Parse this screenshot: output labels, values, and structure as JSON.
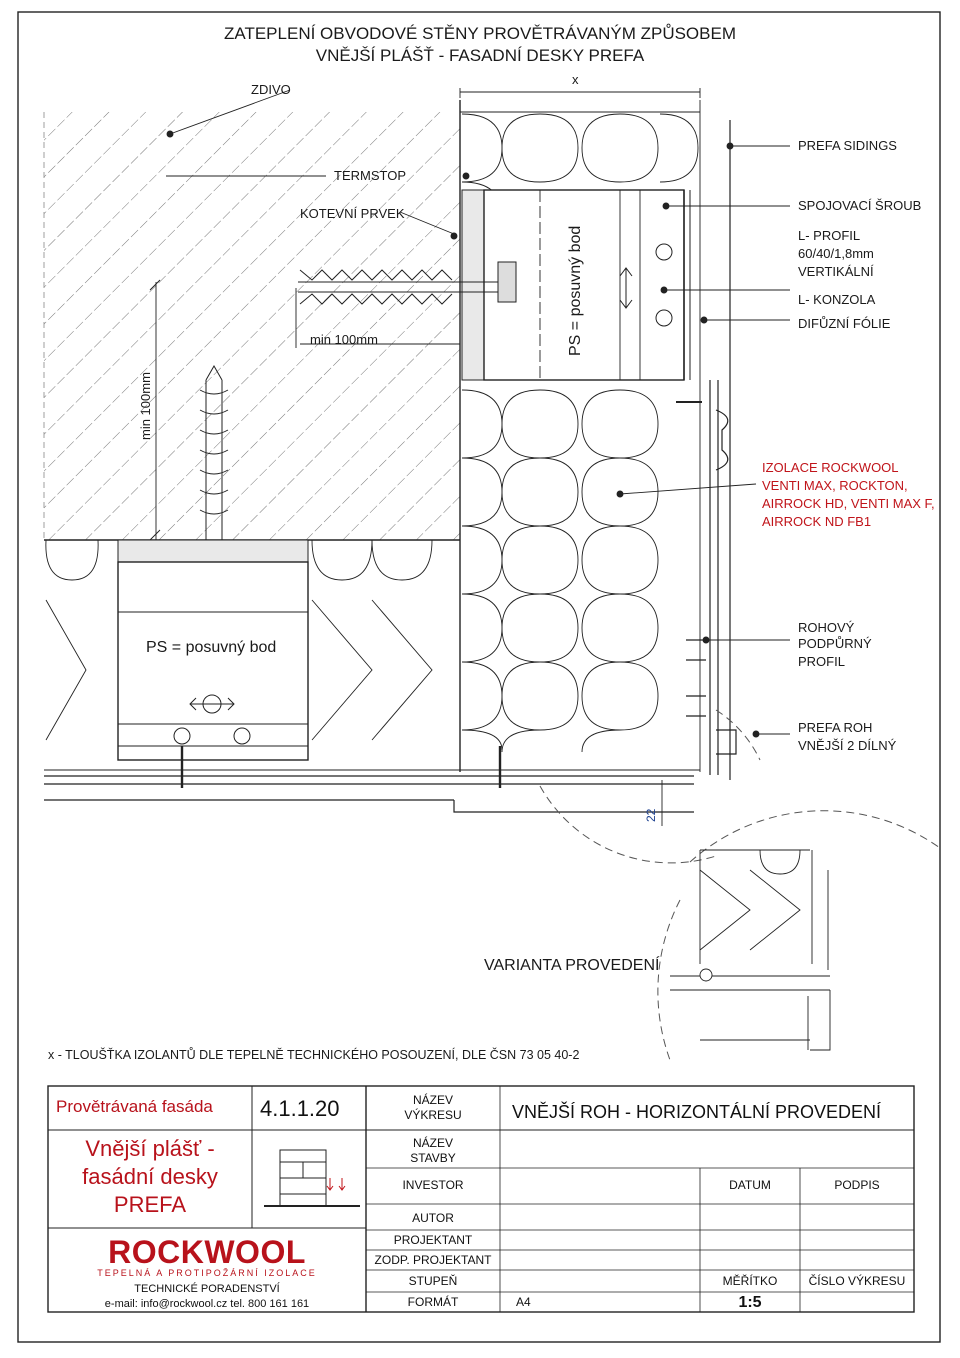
{
  "title": {
    "line1": "ZATEPLENÍ OBVODOVÉ STĚNY PROVĚTRÁVANÝM ZPŮSOBEM",
    "line2": "VNĚJŠÍ PLÁŠŤ - FASADNÍ DESKY PREFA"
  },
  "labels": {
    "zdivo": "ZDIVO",
    "x": "x",
    "termstop": "TERMSTOP",
    "kotevni_prvek": "KOTEVNÍ PRVEK",
    "min100_h": "min 100mm",
    "min100_v": "min 100mm",
    "ps_vertical": "PS = posuvný bod",
    "ps_horizontal": "PS = posuvný bod",
    "dim_22": "22",
    "varianta": "VARIANTA PROVEDENÍ"
  },
  "callouts": {
    "prefa_sidings": "PREFA SIDINGS",
    "spojovaci_sroub": "SPOJOVACÍ ŠROUB",
    "l_profil_1": "L- PROFIL",
    "l_profil_2": "60/40/1,8mm",
    "l_profil_3": "VERTIKÁLNÍ",
    "l_konzola": "L- KONZOLA",
    "difuzni_folie": "DIFŮZNÍ FÓLIE",
    "izolace_1": "IZOLACE ROCKWOOL",
    "izolace_2": "VENTI MAX, ROCKTON,",
    "izolace_3": "AIRROCK HD, VENTI MAX F,",
    "izolace_4": "AIRROCK ND FB1",
    "rohovy_1": "ROHOVÝ",
    "rohovy_2": "PODPŮRNÝ",
    "rohovy_3": "PROFIL",
    "prefa_roh_1": "PREFA ROH",
    "prefa_roh_2": "VNĚJŠÍ 2 DÍLNÝ"
  },
  "note": "x - TLOUŠŤKA IZOLANTŮ DLE TEPELNĚ TECHNICKÉHO POSOUZENÍ, DLE ČSN 73 05 40-2",
  "title_block": {
    "category": "Provětrávaná fasáda",
    "code": "4.1.1.20",
    "subject_1": "Vnější plášť -",
    "subject_2": "fasádní desky",
    "subject_3": "PREFA",
    "brand": "ROCKWOOL",
    "brand_tagline": "TEPELNÁ A PROTIPOŽÁRNÍ IZOLACE",
    "advisory": "TECHNICKÉ PORADENSTVÍ",
    "contact": "e-mail: info@rockwool.cz tel. 800 161 161",
    "nazev_vykresu_1": "NÁZEV",
    "nazev_vykresu_2": "VÝKRESU",
    "drawing_name": "VNĚJŠÍ ROH  - HORIZONTÁLNÍ PROVEDENÍ",
    "nazev_stavby_1": "NÁZEV",
    "nazev_stavby_2": "STAVBY",
    "investor": "INVESTOR",
    "datum": "DATUM",
    "podpis": "PODPIS",
    "autor": "AUTOR",
    "projektant": "PROJEKTANT",
    "zodp_projektant": "ZODP. PROJEKTANT",
    "stupen": "STUPEŇ",
    "meritko": "MĚŘÍTKO",
    "cislo_vykresu": "ČÍSLO VÝKRESU",
    "format": "FORMÁT",
    "format_value": "A4",
    "scale_value": "1:5"
  },
  "colors": {
    "line": "#1a1a1a",
    "brand_red": "#b8121b",
    "callout_red": "#c0141a",
    "dimension_blue": "#1b3f8f"
  }
}
